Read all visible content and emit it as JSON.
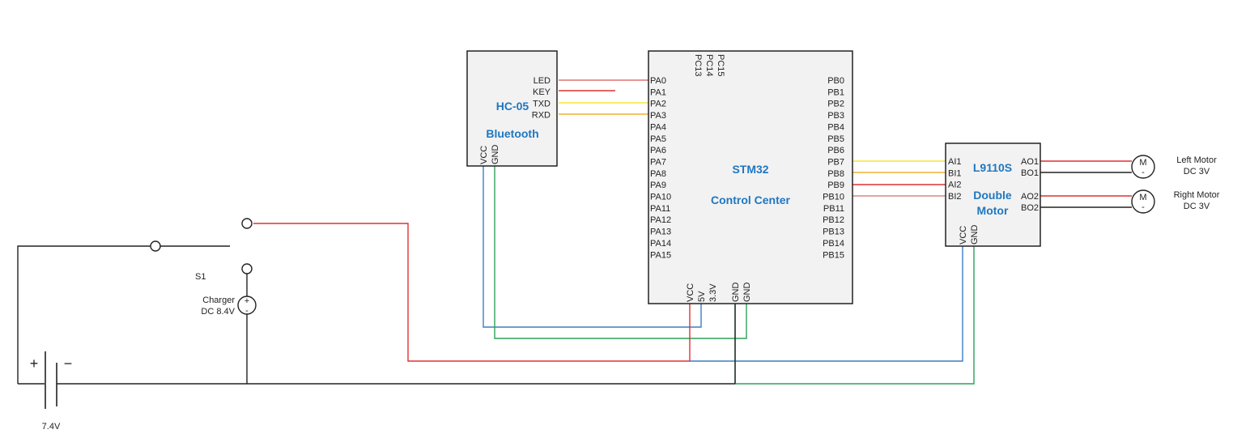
{
  "colors": {
    "red": "#e03030",
    "light_red": "#e07070",
    "pink": "#d08a85",
    "yellow": "#f5e63a",
    "orange": "#f0b030",
    "blue": "#3a7fc4",
    "green": "#2ea05a",
    "black": "#222222",
    "title_blue": "#1f77c0"
  },
  "hc05": {
    "title": "HC-05",
    "subtitle": "Bluetooth",
    "pins_right": [
      "LED",
      "KEY",
      "TXD",
      "RXD"
    ],
    "pins_bottom": [
      "VCC",
      "GND"
    ]
  },
  "stm32": {
    "title": "STM32",
    "subtitle": "Control Center",
    "pins_left": [
      "PA0",
      "PA1",
      "PA2",
      "PA3",
      "PA4",
      "PA5",
      "PA6",
      "PA7",
      "PA8",
      "PA9",
      "PA10",
      "PA11",
      "PA12",
      "PA13",
      "PA14",
      "PA15"
    ],
    "pins_right": [
      "PB0",
      "PB1",
      "PB2",
      "PB3",
      "PB4",
      "PB5",
      "PB6",
      "PB7",
      "PB8",
      "PB9",
      "PB10",
      "PB11",
      "PB12",
      "PB13",
      "PB14",
      "PB15"
    ],
    "pins_top": [
      "PC13",
      "PC14",
      "PC15"
    ],
    "pins_bottom": [
      "VCC",
      "5V",
      "3.3V",
      "GND",
      "GND"
    ]
  },
  "driver": {
    "title": "L9110S",
    "subtitle_line1": "Double",
    "subtitle_line2": "Motor",
    "pins_left": [
      "AI1",
      "BI1",
      "AI2",
      "BI2"
    ],
    "pins_right": [
      "AO1",
      "BO1",
      "AO2",
      "BO2"
    ],
    "pins_bottom": [
      "VCC",
      "GND"
    ]
  },
  "motors": [
    {
      "symbol": "M",
      "polarity": "-",
      "name": "Left Motor",
      "rating": "DC 3V"
    },
    {
      "symbol": "M",
      "polarity": "-",
      "name": "Right Motor",
      "rating": "DC 3V"
    }
  ],
  "switch": {
    "label": "S1"
  },
  "charger": {
    "label_line1": "Charger",
    "label_line2": "DC 8.4V",
    "plus": "+",
    "minus": "-"
  },
  "battery": {
    "voltage": "7.4V",
    "plus": "+",
    "minus": "−"
  },
  "connections": [
    {
      "from": "HC-05.LED",
      "to": "STM32.PA0",
      "color": "light_red"
    },
    {
      "from": "HC-05.KEY",
      "to": "unconnected",
      "color": "red"
    },
    {
      "from": "HC-05.TXD",
      "to": "STM32.PA2",
      "color": "yellow"
    },
    {
      "from": "HC-05.RXD",
      "to": "STM32.PA3",
      "color": "orange"
    },
    {
      "from": "HC-05.VCC",
      "to": "STM32.5V",
      "color": "blue"
    },
    {
      "from": "HC-05.GND",
      "to": "STM32.GND",
      "color": "green"
    },
    {
      "from": "STM32.PB7",
      "to": "L9110S.AI1",
      "color": "yellow"
    },
    {
      "from": "STM32.PB8",
      "to": "L9110S.BI1",
      "color": "orange"
    },
    {
      "from": "STM32.PB9",
      "to": "L9110S.AI2",
      "color": "red"
    },
    {
      "from": "STM32.PB10",
      "to": "L9110S.BI2",
      "color": "pink"
    },
    {
      "from": "S1",
      "to": "STM32.VCC",
      "color": "red"
    },
    {
      "from": "STM32.VCC",
      "to": "L9110S.VCC",
      "color": "blue"
    },
    {
      "from": "STM32.GND",
      "to": "L9110S.GND",
      "color": "green"
    },
    {
      "from": "Battery.-",
      "to": "STM32.GND",
      "color": "black"
    }
  ]
}
